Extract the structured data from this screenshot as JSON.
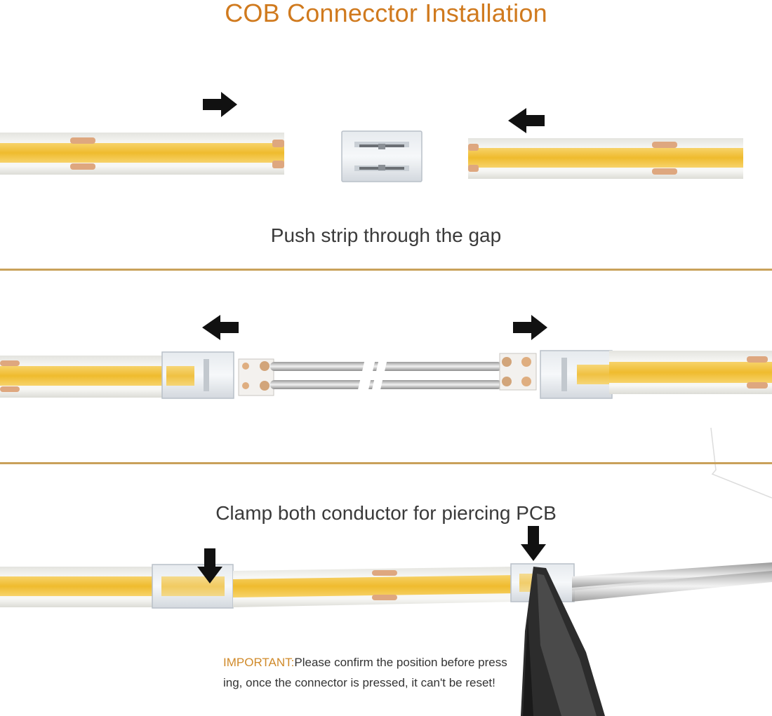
{
  "title": "COB Connecctor Installation",
  "steps": [
    {
      "caption": "Push strip through the gap"
    },
    {
      "caption": ""
    },
    {
      "caption": "Clamp both conductor for piercing PCB"
    }
  ],
  "note": {
    "label": "IMPORTANT:",
    "line1": "Please confirm the position before press",
    "line2": "ing, once the connector is pressed, it can't be reset!"
  },
  "colors": {
    "title": "#d07a1e",
    "divider": "#c9a15a",
    "led_yellow": "#f2c040",
    "strip_casing": "#f1f1ee",
    "note_label": "#d08a2a"
  }
}
